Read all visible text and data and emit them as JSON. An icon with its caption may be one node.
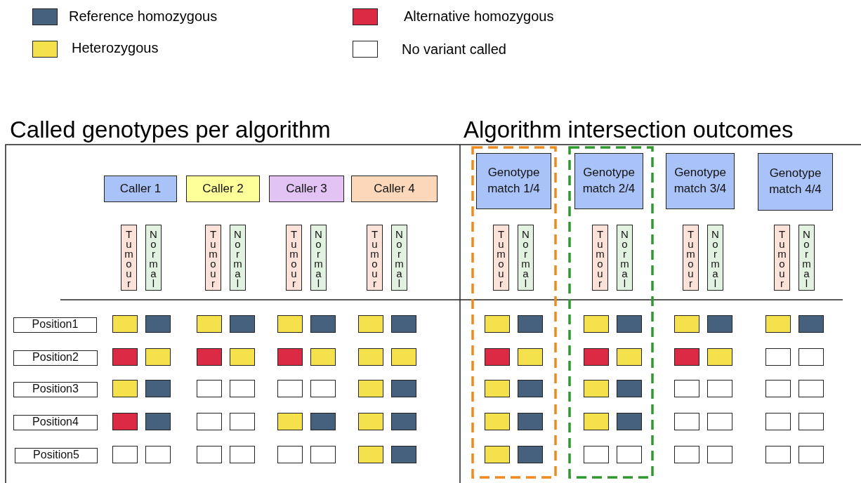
{
  "diagram": {
    "nodes": [
      {
        "text": [
          "Caller 1"
        ]
      },
      {
        "text": [
          "Caller 2"
        ]
      },
      {
        "text": [
          "Caller 3"
        ]
      },
      {
        "text": [
          "Caller 4"
        ]
      },
      {
        "text": [
          "Genotype match 1/4"
        ]
      },
      {
        "text": [
          "Genotype match 2/4"
        ]
      },
      {
        "text": [
          "Genotype match 3/4"
        ]
      },
      {
        "text": [
          "Genotype match 4/4"
        ]
      },
      {
        "text": [
          "Tumour"
        ]
      },
      {
        "text": [
          "Normal"
        ]
      },
      {
        "text": [
          "Tumour"
        ]
      },
      {
        "text": [
          "Normal"
        ]
      },
      {
        "text": [
          "Tumour"
        ]
      },
      {
        "text": [
          "Normal"
        ]
      },
      {
        "text": [
          "Tumour"
        ]
      },
      {
        "text": [
          "Normal"
        ]
      },
      {
        "text": [
          "Tumour"
        ]
      },
      {
        "text": [
          "Normal"
        ]
      },
      {
        "text": [
          "Tumour"
        ]
      },
      {
        "text": [
          "Normal"
        ]
      },
      {
        "text": [
          "Tumour"
        ]
      },
      {
        "text": [
          "Normal"
        ]
      },
      {
        "text": [
          "Tumour"
        ]
      },
      {
        "text": [
          "Normal"
        ]
      },
      {
        "text": [
          "Position1"
        ]
      },
      {
        "text": [],
        "shape": "box"
      },
      {
        "text": [],
        "shape": "box"
      },
      {
        "text": [],
        "shape": "box"
      },
      {
        "text": [],
        "shape": "box"
      },
      {
        "text": [],
        "shape": "box"
      },
      {
        "text": [],
        "shape": "box"
      },
      {
        "text": [],
        "shape": "box"
      },
      {
        "text": [],
        "shape": "box"
      },
      {
        "text": [],
        "shape": "box"
      },
      {
        "text": [],
        "shape": "box"
      },
      {
        "text": [],
        "shape": "box"
      },
      {
        "text": [],
        "shape": "box"
      },
      {
        "text": [],
        "shape": "box"
      },
      {
        "text": [],
        "shape": "box"
      },
      {
        "text": [],
        "shape": "box"
      },
      {
        "text": [],
        "shape": "box"
      },
      {
        "text": [
          "Position2"
        ]
      },
      {
        "text": [],
        "shape": "box"
      },
      {
        "text": [],
        "shape": "box"
      },
      {
        "text": [],
        "shape": "box"
      },
      {
        "text": [],
        "shape": "box"
      },
      {
        "text": [],
        "shape": "box"
      },
      {
        "text": [],
        "shape": "box"
      },
      {
        "text": [],
        "shape": "box"
      },
      {
        "text": [],
        "shape": "box"
      },
      {
        "text": [],
        "shape": "box"
      },
      {
        "text": [],
        "shape": "box"
      },
      {
        "text": [],
        "shape": "box"
      },
      {
        "text": [],
        "shape": "box"
      },
      {
        "text": [],
        "shape": "box"
      },
      {
        "text": [],
        "shape": "box"
      },
      {
        "text": [],
        "shape": "box"
      },
      {
        "text": [],
        "shape": "box"
      },
      {
        "text": [
          "Position3"
        ]
      },
      {
        "text": [],
        "shape": "box"
      },
      {
        "text": [],
        "shape": "box"
      },
      {
        "text": [],
        "shape": "box"
      },
      {
        "text": [],
        "shape": "box"
      },
      {
        "text": [],
        "shape": "box"
      },
      {
        "text": [],
        "shape": "box"
      },
      {
        "text": [],
        "shape": "box"
      },
      {
        "text": [],
        "shape": "box"
      },
      {
        "text": [],
        "shape": "box"
      },
      {
        "text": [],
        "shape": "box"
      },
      {
        "text": [],
        "shape": "box"
      },
      {
        "text": [],
        "shape": "box"
      },
      {
        "text": [],
        "shape": "box"
      },
      {
        "text": [],
        "shape": "box"
      },
      {
        "text": [],
        "shape": "box"
      },
      {
        "text": [],
        "shape": "box"
      },
      {
        "text": [
          "Position4"
        ]
      },
      {
        "text": [],
        "shape": "box"
      },
      {
        "text": [],
        "shape": "box"
      },
      {
        "text": [],
        "shape": "box"
      },
      {
        "text": [],
        "shape": "box"
      },
      {
        "text": [],
        "shape": "box"
      },
      {
        "text": [],
        "shape": "box"
      },
      {
        "text": [],
        "shape": "box"
      },
      {
        "text": [],
        "shape": "box"
      },
      {
        "text": [],
        "shape": "box"
      },
      {
        "text": [],
        "shape": "box"
      },
      {
        "text": [],
        "shape": "box"
      },
      {
        "text": [],
        "shape": "box"
      },
      {
        "text": [],
        "shape": "box"
      },
      {
        "text": [],
        "shape": "box"
      },
      {
        "text": [],
        "shape": "box"
      },
      {
        "text": [],
        "shape": "box"
      },
      {
        "text": [
          "Position5"
        ]
      },
      {
        "text": [],
        "shape": "box"
      },
      {
        "text": [],
        "shape": "box"
      },
      {
        "text": [],
        "shape": "box"
      },
      {
        "text": [],
        "shape": "box"
      },
      {
        "text": [],
        "shape": "box"
      },
      {
        "text": [],
        "shape": "box"
      },
      {
        "text": [],
        "shape": "box"
      },
      {
        "text": [],
        "shape": "box"
      },
      {
        "text": [],
        "shape": "box"
      },
      {
        "text": [],
        "shape": "box"
      },
      {
        "text": [],
        "shape": "box"
      },
      {
        "text": [],
        "shape": "box"
      },
      {
        "text": [],
        "shape": "box"
      },
      {
        "text": [],
        "shape": "box"
      },
      {
        "text": [],
        "shape": "box"
      },
      {
        "text": [],
        "shape": "box"
      }
    ],
    "labels": [
      "Called genotypes per algorithm",
      "Algorithm intersection outcomes"
    ],
    "legend": [
      {
        "text": "Reference homozygous",
        "color": "#46617e"
      },
      {
        "text": "Alternative homozygous",
        "color": "#dc2a44"
      },
      {
        "text": "Heterozygous",
        "color": "#f5e14b"
      },
      {
        "text": "No variant called",
        "color": "#ffffff"
      }
    ]
  }
}
